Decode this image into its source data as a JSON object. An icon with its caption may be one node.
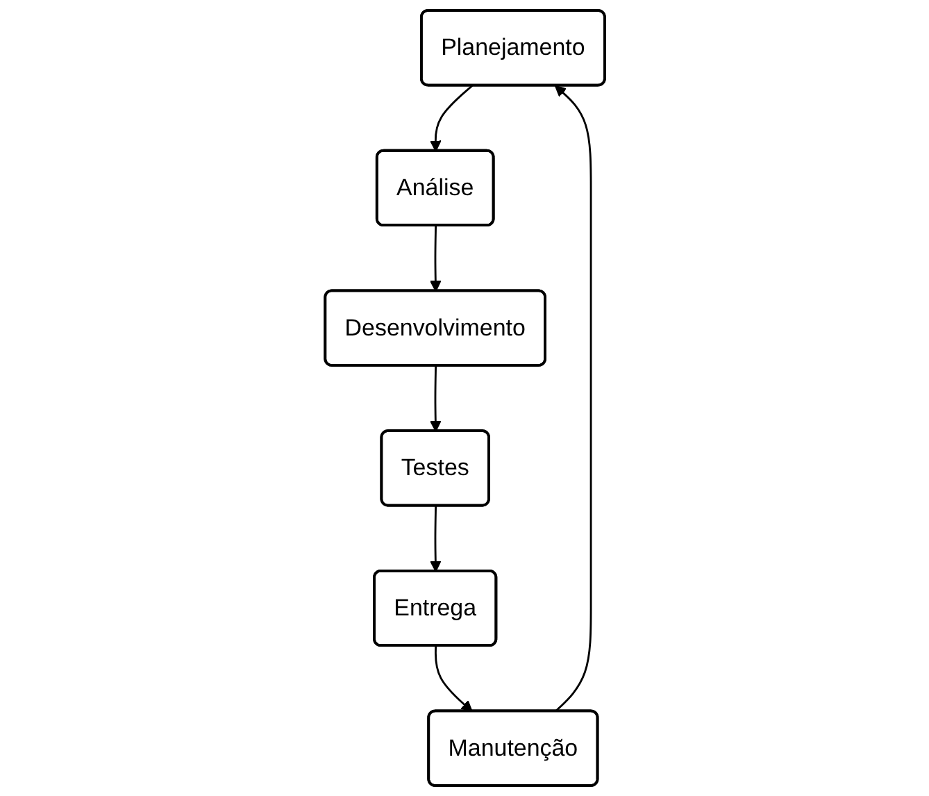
{
  "diagram": {
    "nodes": [
      {
        "text": [
          "Planejamento"
        ]
      },
      {
        "text": [
          "Análise"
        ]
      },
      {
        "text": [
          "Desenvolvimento"
        ]
      },
      {
        "text": [
          "Testes"
        ]
      },
      {
        "text": [
          "Entrega"
        ]
      },
      {
        "text": [
          "Manutenção"
        ]
      }
    ],
    "edges": [
      {
        "from": 0,
        "to": 1,
        "arrow": "to"
      },
      {
        "from": 1,
        "to": 2,
        "arrow": "to"
      },
      {
        "from": 2,
        "to": 3,
        "arrow": "to"
      },
      {
        "from": 3,
        "to": 4,
        "arrow": "to"
      },
      {
        "from": 4,
        "to": 5,
        "arrow": "to"
      },
      {
        "from": 5,
        "to": 0,
        "arrow": "to"
      }
    ]
  }
}
